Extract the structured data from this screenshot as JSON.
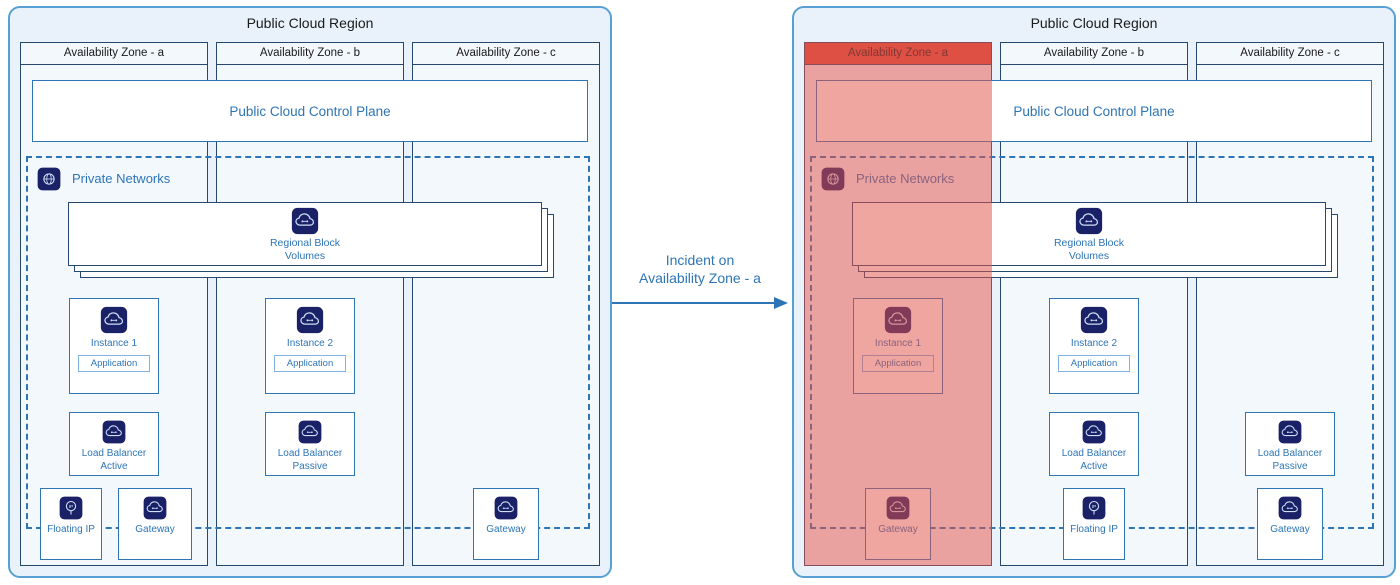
{
  "incident_arrow": {
    "line1": "Incident on",
    "line2": "Availability Zone - a"
  },
  "left": {
    "region_title": "Public Cloud Region",
    "zone_a_title": "Availability Zone - a",
    "zone_b_title": "Availability Zone - b",
    "zone_c_title": "Availability Zone - c",
    "control_plane_label": "Public Cloud Control Plane",
    "private_networks_label": "Private Networks",
    "block_volumes_label": "Regional Block Volumes",
    "instance1_label": "Instance 1",
    "instance1_app_label": "Application",
    "instance2_label": "Instance 2",
    "instance2_app_label": "Application",
    "lb_active_label": "Load Balancer Active",
    "lb_passive_label": "Load Balancer Passive",
    "floating_ip_label": "Floating IP",
    "gateway_a_label": "Gateway",
    "gateway_c_label": "Gateway"
  },
  "right": {
    "region_title": "Public Cloud Region",
    "zone_a_title": "Availability Zone - a",
    "zone_b_title": "Availability Zone - b",
    "zone_c_title": "Availability Zone - c",
    "control_plane_label": "Public Cloud Control Plane",
    "private_networks_label": "Private Networks",
    "block_volumes_label": "Regional Block Volumes",
    "instance1_label": "Instance 1",
    "instance1_app_label": "Application",
    "instance2_label": "Instance 2",
    "instance2_app_label": "Application",
    "lb_active_label": "Load Balancer Active",
    "lb_passive_label": "Load Balancer Passive",
    "floating_ip_label": "Floating IP",
    "gateway_a_label": "Gateway",
    "gateway_c_label": "Gateway"
  },
  "colors": {
    "accent_blue": "#2e75b6",
    "incident_red": "#e1534a",
    "icon_navy": "#1b2167",
    "region_border": "#56a0d3",
    "zone_border": "#26486e"
  }
}
